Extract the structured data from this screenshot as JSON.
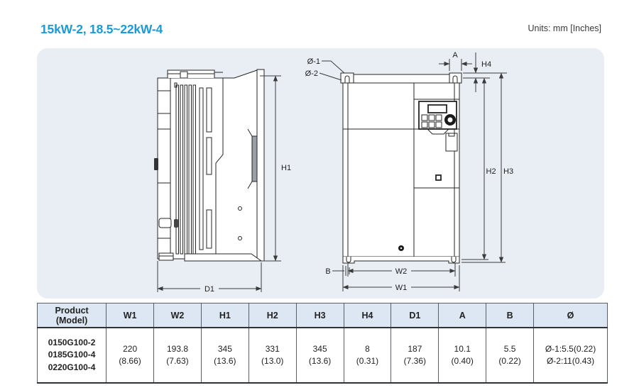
{
  "page": {
    "title": "15kW-2, 18.5~22kW-4",
    "units_label": "Units: mm [Inches]"
  },
  "diagram": {
    "side_view": {
      "height_label": "H1",
      "depth_label": "D1"
    },
    "front_view": {
      "hole1_label": "Ø-1",
      "hole2_label": "Ø-2",
      "a_label": "A",
      "b_label": "B",
      "h2_label": "H2",
      "h3_label": "H3",
      "h4_label": "H4",
      "w1_label": "W1",
      "w2_label": "W2"
    }
  },
  "table": {
    "headers": [
      "Product (Model)",
      "W1",
      "W2",
      "H1",
      "H2",
      "H3",
      "H4",
      "D1",
      "A",
      "B",
      "Ø"
    ],
    "rows": [
      {
        "models": [
          "0150G100-2",
          "0185G100-4",
          "0220G100-4"
        ],
        "values": [
          [
            "220",
            "(8.66)"
          ],
          [
            "193.8",
            "(7.63)"
          ],
          [
            "345",
            "(13.6)"
          ],
          [
            "331",
            "(13.0)"
          ],
          [
            "345",
            "(13.6)"
          ],
          [
            "8",
            "(0.31)"
          ],
          [
            "187",
            "(7.36)"
          ],
          [
            "10.1",
            "(0.40)"
          ],
          [
            "5.5",
            "(0.22)"
          ],
          [
            "Ø-1:5.5(0.22)",
            "Ø-2:11(0.43)"
          ]
        ]
      }
    ]
  },
  "colors": {
    "accent_blue": "#1b9ad5",
    "panel_bg": "#e9eef5",
    "table_header_bg": "#dce7f3",
    "line": "#252525"
  }
}
